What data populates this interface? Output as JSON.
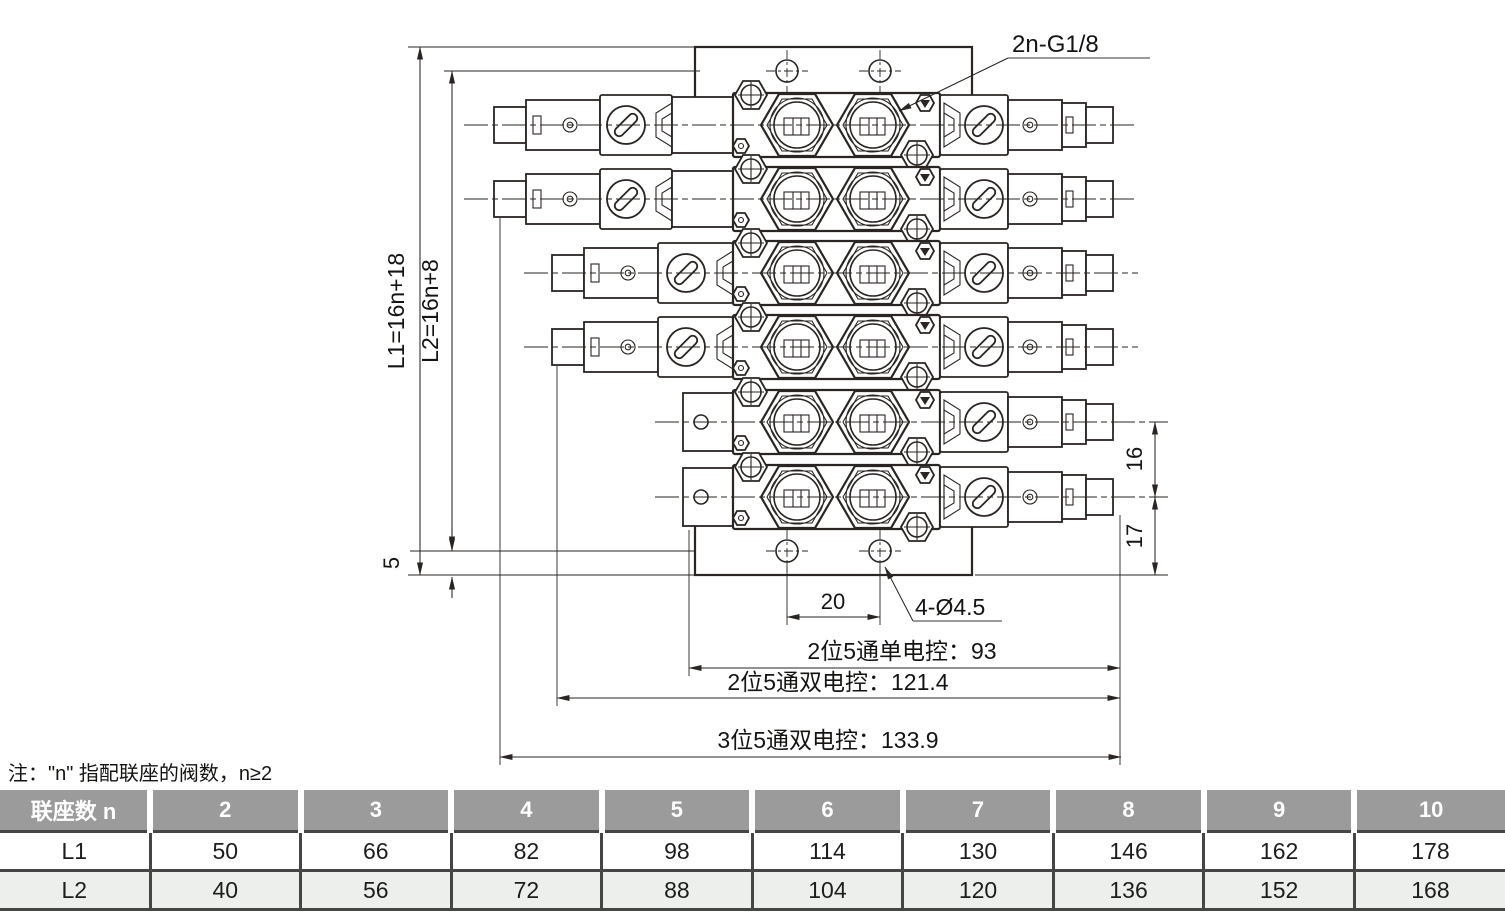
{
  "drawing": {
    "port_label": "2n-G1/8",
    "l1_label": "L1=16n+18",
    "l2_label": "L2=16n+8",
    "dim_5": "5",
    "dim_16": "16",
    "dim_17": "17",
    "dim_20": "20",
    "hole_label": "4-Ø4.5",
    "width_single": "2位5通单电控：93",
    "width_double_2pos": "2位5通双电控：121.4",
    "width_double_3pos": "3位5通双电控：133.9"
  },
  "note": "注：\"n\" 指配联座的阀数，n≥2",
  "table": {
    "header": [
      "联座数 n",
      "2",
      "3",
      "4",
      "5",
      "6",
      "7",
      "8",
      "9",
      "10"
    ],
    "rows": [
      {
        "label": "L1",
        "values": [
          "50",
          "66",
          "82",
          "98",
          "114",
          "130",
          "146",
          "162",
          "178"
        ]
      },
      {
        "label": "L2",
        "values": [
          "40",
          "56",
          "72",
          "88",
          "104",
          "120",
          "136",
          "152",
          "168"
        ]
      }
    ]
  },
  "colors": {
    "line": "#2a2523",
    "table_header_bg": "#9b9b9b",
    "table_alt_row_bg": "#edefed",
    "table_border": "#454545"
  }
}
